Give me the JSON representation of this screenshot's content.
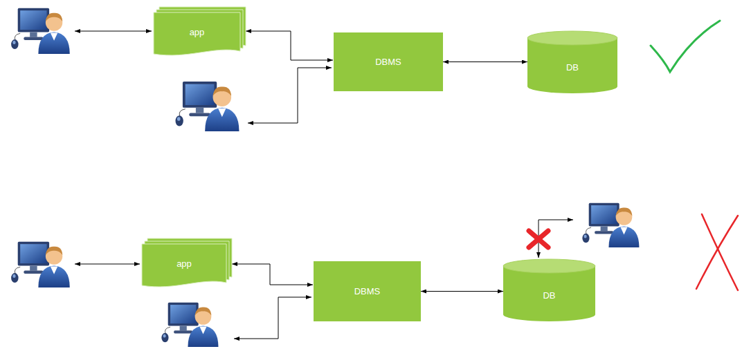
{
  "diagram": {
    "nodes": [
      {
        "text": [
          "app"
        ]
      },
      {
        "text": [
          "DBMS"
        ]
      },
      {
        "text": [
          "DB"
        ]
      },
      {
        "text": [
          "app"
        ]
      },
      {
        "text": [
          "DBMS"
        ]
      },
      {
        "text": [
          "DB"
        ]
      }
    ],
    "edges": [
      {
        "from": 0,
        "to": 1,
        "arrow": "both"
      },
      {
        "from": 1,
        "to": 2,
        "arrow": "both"
      },
      {
        "from": 3,
        "to": 4,
        "arrow": "both"
      },
      {
        "from": 4,
        "to": 5,
        "arrow": "both"
      }
    ]
  }
}
